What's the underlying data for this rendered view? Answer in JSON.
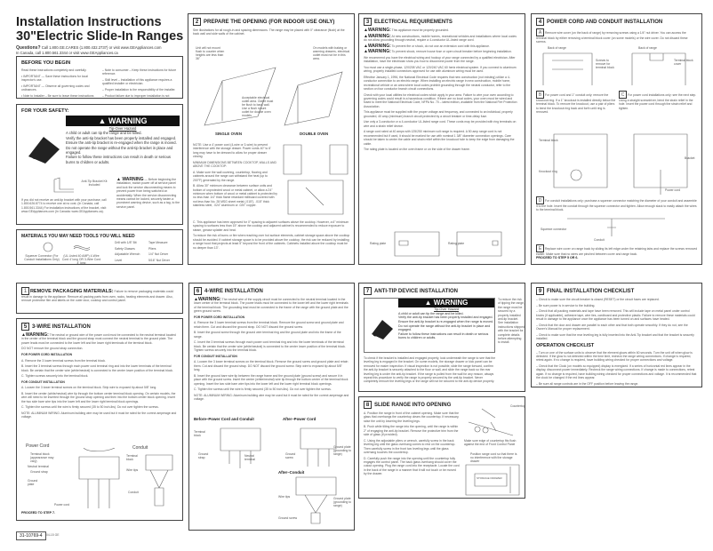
{
  "header": {
    "title_line1": "Installation Instructions",
    "title_line2": "30\"Electric Slide-In Ranges",
    "questions_label": "Questions?",
    "questions_text": "Call 1.800.GE.CARES (1.800.432.2737) or visit www.GEAppliances.com",
    "canada_text": "In Canada, call 1.800.561.3344 or visit www.GEAppliances.ca"
  },
  "before": {
    "title": "BEFORE YOU BEGIN",
    "left": [
      "Read these instructions completely and carefully.",
      "• IMPORTANT — Save these instructions for local inspector's use.",
      "• IMPORTANT — Observe all governing codes and ordinances.",
      "• Note to Installer – Be sure to leave these instructions with consumer."
    ],
    "right": [
      "– Note to consumer – Keep these instructions for future reference.",
      "– Skill level – Installation of this appliance requires a qualified installer or electrician.",
      "– Proper installation is the responsibility of the installer.",
      "– Product failure due to improper installation is not covered under warranty."
    ]
  },
  "safety": {
    "title": "FOR YOUR SAFETY:",
    "warning": "▲ WARNING",
    "hazard": "Tip-Over Hazard",
    "lines": [
      "A child or adult can tip the range and be killed.",
      "Verify the anti-tip bracket has been properly installed and engaged.",
      "Ensure the anti-tip bracket is re-engaged when the range is moved.",
      "Do not operate the range without the anti-tip bracket in place and engaged.",
      "Failure to follow these instructions can result in death or serious burns to children or adults."
    ],
    "bracket_label": "Anti-Tip Bracket Kit Included",
    "warning2_label": "▲ WARNING",
    "warning2_text": "— Before beginning the installation, switch power off at service panel and lock the service disconnecting means to prevent power from being switched on accidentally. When the service disconnecting means cannot be locked, securely fasten a prominent warning device, such as a tag, to the service panel.",
    "bracket_note": "If you did not receive an anti-tip bracket with your purchase, call 1.800.626.8774 to receive one at no cost. (In Canada, call 1.800.561.3344) For installation instructions of the bracket, visit: www.GEAppliances.com (In Canada: www.GEAppliances.ca)."
  },
  "materials": {
    "title": "MATERIALS YOU MAY NEED   TOOLS YOU WILL NEED",
    "items": [
      "Squeeze Connector (For Conduit Installations Only)",
      "(UL Listed 40 AMP) 4-Wire Cord 4' long OR 3-Wire Cord 4' long"
    ],
    "tools_col1": [
      "Drill with 1/8\" Bit",
      "Safety Glasses",
      "Adjustable Wrench",
      "Level",
      "Tin Snips"
    ],
    "tools_col2": [
      "Tape Measure",
      "Pliers",
      "1/4\" Nut Driver",
      "5/16\" Nut Driver"
    ]
  },
  "s2": {
    "num": "2",
    "title": "PREPARE THE OPENING (FOR INDOOR USE ONLY)",
    "intro": "See illustrations for all rough-in and spacing dimensions. The range may be placed with 0\" clearance (flush) at the back wall and side walls of the cabinet.",
    "note1": "Unit will not mount flush to counter when heights are less than 36\"",
    "note2": "On models with baking or warming drawers, electrical outlet must not be in this area.",
    "note3": "Acceptable electrical outlet area. Outlet must be flush to back wall. Use a flush mount outlet for double oven models.",
    "single": "SINGLE OVEN",
    "double": "DOUBLE OVEN",
    "paras": [
      "NOTE: Use a 4' power cord (4-wire or 3-wire) to prevent interference with the storage drawer. Power cords 40\" to 6' long may have to be dressed to allow for proper drawer closing.",
      "MINIMUM DIMENSIONS BETWEEN COOKTOP, WALLS AND ABOVE THE COOKTOP:",
      "A. Make sure the wall covering, countertop, flooring and cabinets around the range can withstand the heat (up to 200°F) generated by the range.",
      "B. Allow 30\" minimum clearance between surface units and bottom of unprotected wood or metal cabinet, or allow a 24\" minimum when bottom of wood or metal cabinet is protected by no less than 1/4\" thick flame retardant millboard covered with not less than No. 28 MSG sheet metal (.015\"), .015\" thick stainless steel, .024\" aluminum or .020\" copper.",
      "C. This appliance has been approved for 0\" spacing to adjacent surfaces above the cooktop. However, a 6\" minimum spacing to surfaces less than 15\" above the cooktop and adjacent cabinet is recommended to reduce exposure to steam, grease splatter and heat.",
      "To reduce the risk of burns or fire when reaching over hot surface elements, cabinet storage space above the cooktop should be avoided. If cabinet storage space is to be provided above the cooktop, the risk can be reduced by installing a range hood that projects at least 5\" beyond the front of the cabinets. Cabinets installed above the cooktop must be no deeper than 13\"."
    ]
  },
  "s3": {
    "num": "3",
    "title": "ELECTRICAL REQUIREMENTS",
    "warnings": [
      {
        "label": "▲WARNING:",
        "text": "This appliance must be properly grounded."
      },
      {
        "label": "▲WARNING:",
        "text": "At new constructions, mobile homes, recreational vehicles and installations where local codes do not allow grounding through neutral, require a 4-conductor UL-listed range cord."
      },
      {
        "label": "▲WARNING:",
        "text": "To prevent fire or shock, do not use an extension cord with this appliance."
      },
      {
        "label": "▲WARNING:",
        "text": "To prevent shock, remove house fuse or open circuit breaker before beginning installation."
      }
    ],
    "paras": [
      "We recommend you have the electrical wiring and hookup of your range connected by a qualified electrician. After installation, have the electrician show you how to disconnect power from the range.",
      "You must use a single-phase, 120/208 VAC or 120/240 VAC 60 hertz electrical system. If you connect to aluminum wiring, properly installed connectors approved for use with aluminum wiring must be used.",
      "Effective January 1, 1996, the National Electrical Code requires that new construction (not existing) utilize a 4-conductor connection to an electric range. When installing an electric range in new construction, mobile home, recreational vehicle or an area where local codes prohibit grounding through the neutral conductor, refer to the section on four conductor branch circuit connections.",
      "Check with your local utilities for electrical codes which apply in your area. Failure to wire your oven according to governing codes could result in a hazardous condition. If there are no local codes, your oven must be wired and fused to meet the National Electrical Code, NFPA No. 70 – latest edition, available from the National Fire Protection Association.",
      "This appliance must be supplied with the proper voltage and frequency, and connected to an individual, properly grounded, 40 amp (minimum) branch circuit protected by a circuit breaker or time-delay fuse.",
      "Use only a 3-conductor or a 4-conductor UL-listed range cord. These cords may be provided with ring terminals on wire and a strain relief device.",
      "A range cord rated at 40 amps with 125/250 minimum volt range is required. A 50 amp range cord is not recommended but if used, it should be marked for use with nominal 1 3/8\" diameter connection openings. Care should be taken to center the cable and strain relief within the knockout hole to keep the edge from damaging the cable.",
      "The rating plate is located on the oven frame or on the side of the drawer frame."
    ],
    "rating_plate": "Rating plate"
  },
  "s4": {
    "num": "4",
    "title": "POWER CORD AND CONDUIT INSTALLATION",
    "stepA": "A",
    "stepA_text": "Remove wire cover (on the back of range) by removing screws using a 1/4\" nut driver. You can access the terminal block by either removing a terminal block cover (on some models) or the wire cover. Do not discard these screws.",
    "back_of_range": "Back of range",
    "screws_to_remove": "Screws to remove for terminal block",
    "wire_cover": "Terminal block cover",
    "stepB": "B",
    "stepB_text": "For power cord and 1\" conduit only: remove the knockout ring. If a 1\" knockout is installed directly below the terminal block. To remove the knockout, use a pair of pliers to bend the knockout ring back and forth until ring is removed.",
    "stepC": "C",
    "stepC_text": "For power cord installations only: see the next step. Using a straight screwdriver, bend the strain relief in the hole. Insert the power cord through the strain relief and tighten.",
    "stepD": "D",
    "stepD_text": "For conduit installations only: purchase a squeeze connector matching the diameter of your conduit and assemble it to the hole. Insert the conduit through the squeeze connector and tighten. Allow enough slack to easily attach the wires to the terminal block.",
    "stepE": "E",
    "stepE_text": "Replace wire cover on range back by sliding its left edge under the retaining tabs and replace the screws removed earlier. Make sure that no wires are pinched between cover and range back.",
    "proceed": "PROCEED TO STEP 5 OR 6.",
    "labels": {
      "terminal_block": "Terminal block",
      "knockout": "Knockout ring",
      "power_cord": "Power cord",
      "bracket": "Bracket",
      "squeeze": "Squeeze connector",
      "conduit": "Conduit"
    }
  },
  "s1": {
    "num": "1",
    "title": "REMOVE PACKAGING MATERIALS:",
    "text": "Failure to remove packaging materials could result in damage to the appliance. Remove all packing parts from oven, racks, heating elements and drawer. Also, remove protective film and labels on the outer door, cooktop and control panel."
  },
  "s5": {
    "num": "5",
    "title": "3-WIRE INSTALLATION",
    "warning": "▲WARNING:",
    "warning_text": "The neutral or ground wire of the power cord must be connected to the neutral terminal located in the center of the terminal block and the ground strap must connect the neutral terminal to the ground plate. The power leads must be connected to the lower left and the lower right terminals of the terminal block.",
    "donot": "DO NOT remove the ground strap connection.",
    "cord_title": "FOR POWER CORD INSTALLATION",
    "cord_steps": [
      "A. Remove the 3 lower terminal screws from the terminal block.",
      "B. Insert the 3 terminal screws through each power cord terminal ring and into the lower terminals of the terminal block. Be certain that the center wire (white/neutral) is connected to the center lower position of the terminal block.",
      "C. Tighten screws securely into the terminal block."
    ],
    "conduit_title": "FOR CONDUIT INSTALLATION",
    "conduit_steps": [
      "A. Loosen the 3 lower terminal screws on the terminal block. Strip wire to exposed tip about 5/8\" long.",
      "B. Insert the center (white/neutral) wire tip through the bottom center terminal block opening. On certain models, the wire will need to be inserted through the ground strap opening and then into the bottom center block opening. Insert the two side bare wire tips into the lower left and the lower right terminal block openings.",
      "C. Tighten the screws until the wire is firmly secured (35 to 50 inch-lbs). Do not over tighten the screws.",
      "NOTE: ALUMINUM WIRING: Aluminum building wire may be used but it must be rated for the correct amperage and voltage."
    ],
    "power_cord": "Power Cord",
    "conduit": "Conduit",
    "labels": {
      "terminal_block": "Terminal block (appearance may vary)",
      "neutral": "Neutral terminal",
      "ground_strap": "Ground strap",
      "ground_plate": "Ground plate",
      "power_cord": "Power cord",
      "term2": "Terminal block",
      "wire_tips": "Wire tips",
      "conduit": "Conduit"
    },
    "proceed": "PROCEED TO STEP 7."
  },
  "s6": {
    "num": "6",
    "title": "4-WIRE INSTALLATION",
    "warning": "▲WARNING:",
    "warning_text": "The neutral wire of the supply circuit must be connected to the neutral terminal located in the lower center of the terminal block. The power leads must be connected to the lower left and the lower right terminals of the terminal block. The grounding lead must be connected to the frame of the range with the ground plate and the green ground screw.",
    "cord_title": "FOR POWER CORD INSTALLATION",
    "cord_steps": [
      "A. Remove the 3 lower terminal screws from the terminal block. Remove the ground screw and ground plate and retain them. Cut and discard the ground strap. DO NOT discard the ground screw.",
      "B. Insert the ground screw through the ground wire terminal ring and the ground plate and into the frame of the range.",
      "C. Insert the 3 terminal screws through each power cord terminal ring and into the lower terminals of the terminal block. Be certain that the center wire (white/neutral) is connected to the center lower position of the terminal block. Tighten screws securely into the terminal block."
    ],
    "conduit_title": "FOR CONDUIT INSTALLATION",
    "conduit_steps": [
      "A. Loosen the 3 lower terminal screws on the terminal block. Remove the ground screw and ground plate and retain them. Cut and discard the ground strap. DO NOT discard the ground screw. Strip wire to exposed tip about 5/8\" long.",
      "B. Insert the ground bare wire tip between the range frame and the ground plate (ground screw) and secure it in place with the ground screw. Insert the center (white/neutral) wire tip through the bottom center of the terminal block opening. Insert the two side bare wire tips into the lower left and the lower right terminal block openings.",
      "C. Tighten the screws until the wire is firmly secured (35 to 50 inch-lbs). Do not over tighten the screws.",
      "NOTE: ALUMINUM WIRING: Aluminum building wire may be used but it must be rated for the correct amperage and voltage."
    ],
    "before_title": "Before–Power Cord and Conduit",
    "after_cord": "After–Power Cord",
    "after_conduit": "After–Conduit",
    "labels": {
      "terminal_block": "Terminal block",
      "ground_strap": "Ground strap",
      "neutral": "Neutral terminal",
      "ground_screw": "Ground screw",
      "ground_plate": "Ground plate (grounding to range)",
      "wire_tips": "Wire tips",
      "neutral2": "Neutral"
    }
  },
  "s7": {
    "num": "7",
    "title": "ANTI-TIP DEVICE INSTALLATION",
    "warning": "▲ WARNING",
    "hazard": "Tip-Over Hazard",
    "lines": [
      "A child or adult can tip the range and be killed.",
      "Verify the anti-tip bracket has been properly installed and engaged.",
      "Ensure the anti-tip bracket is re-engaged when the range is moved.",
      "Do not operate the range without the anti-tip bracket in place and engaged.",
      "Failure to follow these instructions can result in death or serious burns to children or adults."
    ],
    "side": "To reduce the risk of tipping the range, the range must be secured by a properly installed anti-tip bracket. See installation instructions shipped with the bracket for complete details before attempting to install.",
    "text": "To check if the bracket is installed and engaged properly, look underneath the range to see that the leveling leg is engaged in the bracket. On some models, the storage drawer or kick panel can be removed for easier inspection. If visual inspection is not possible, slide the range forward, confirm the anti-tip bracket is securely attached to the floor or wall, and slide the range back so the rear leveling leg is under the anti-tip bracket. If the range is pulled from the wall for any reason, always repeat this procedure to verify the range is properly secured by the anti-tip bracket. Never completely remove the leveling legs or the range will not be secured to the anti-tip device properly."
  },
  "s8": {
    "num": "8",
    "title": "SLIDE RANGE INTO OPENING",
    "steps": [
      "A. Position the range in front of the cabinet opening. Make sure that the glass that overhangs the countertop clears the countertop. If necessary, raise the unit by lowering the leveling legs.",
      "B. Push while tilting the range into the opening, until the range is within 2\" of engaging the anti-tip bracket. Remove the protective trim from the side of glass (if provided).",
      "C. Using the adjustable pliers or wrench, carefully screw in the back leveling leg until the glass overhang comes to rest on the countertop. Then carefully screw in the front two leveling legs until the glass overhang touches the countertop.",
      "D. Carefully push the range into the opening until the countertop fully engages the control panel. The back glass overhang should cover the cutout opening. Plug the range cord into the receptacle. Locate the cord in the back of the range in a manner that it will not touch or be moved by the drawer."
    ],
    "countertop": "Countertop",
    "note1": "Make sure edge of countertop fits flush against the end of Front Control Panel",
    "note2": "Position range cord so that there is no interference with the storage drawer",
    "drawer": "STORAGE DRAWER"
  },
  "s9": {
    "num": "9",
    "title": "FINAL INSTALLATION CHECKLIST",
    "items": [
      "– Check to make sure the circuit breaker is closed (RESET) or the circuit fuses are replaced.",
      "– Be sure power is in service to the building.",
      "– Check that all packing materials and tape have been removed. This will include tape on metal panel under control knobs (if applicable), adhesive tape, wire ties, cardboard and protective plastic. Failure to remove these materials could result in damage to the appliance once the appliance has been turned on and surfaces have heated.",
      "– Check that the door and drawer are parallel to each other and that both operate smoothly. If they do not, see the Owner's Manual for proper replacement.",
      "– Check to make sure that the rear leveling leg is fully inserted into the Anti-Tip bracket and that the bracket is securely installed."
    ],
    "op_title": "OPERATION CHECKLIST",
    "op_items": [
      "– Turn on one of the surface units to observe that the element glows within 60 seconds. Turn the unit off when glow is detected. If the glow is not detected within the time limit, recheck the range wiring connections. If change is required, retest again. If no change is required, have building wiring checked for proper connections and voltage.",
      "– Check that the Clock (on models so equipped) display is energized. If a series of horizontal red lines appear in the display, disconnect power immediately. Recheck the range wiring connections. If change is made to connections, retest again. If no change is required, have building wiring checked for proper connections and voltage. It is recommended that the clock be changed if the red lines appear.",
      "– Be sure all range controls are in the OFF position before leaving the range."
    ]
  },
  "footer": {
    "part_number": "31-10769-4",
    "date": "04-15  GE"
  }
}
